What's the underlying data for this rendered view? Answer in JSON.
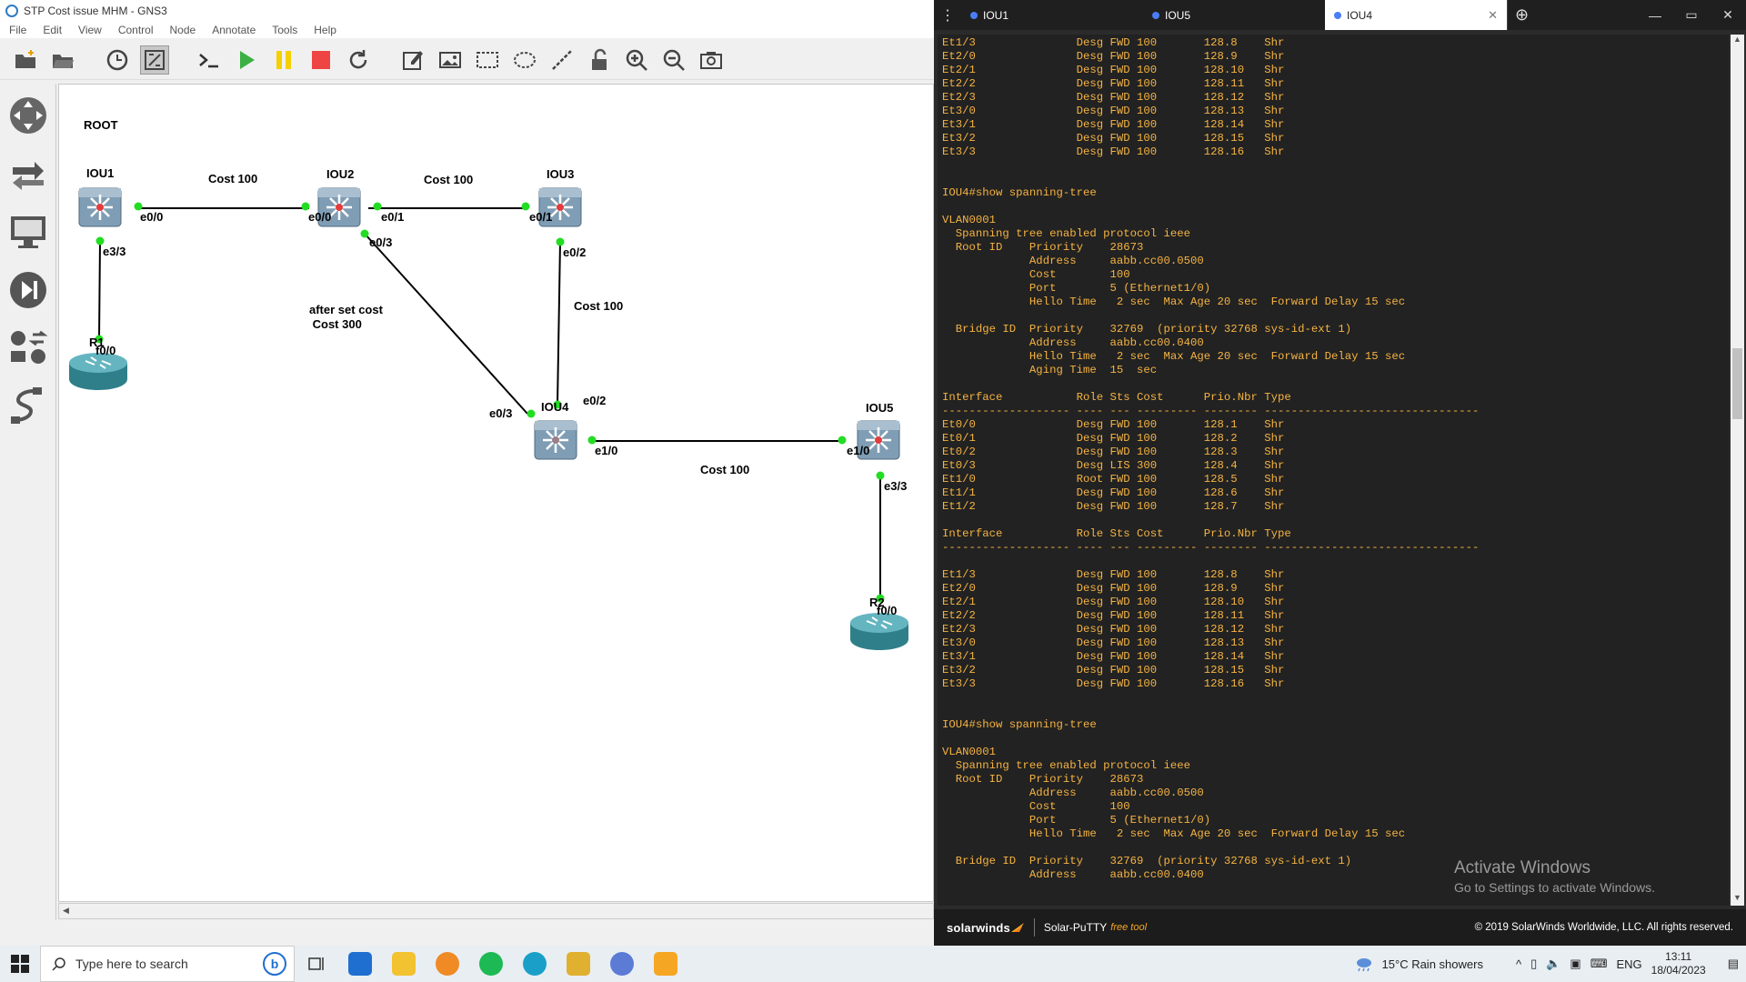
{
  "gns3": {
    "title": "STP Cost issue MHM - GNS3",
    "menu": [
      "File",
      "Edit",
      "View",
      "Control",
      "Node",
      "Annotate",
      "Tools",
      "Help"
    ],
    "canvas_labels": {
      "root": "ROOT",
      "iou1": "IOU1",
      "iou2": "IOU2",
      "iou3": "IOU3",
      "iou4": "IOU4",
      "iou5": "IOU5",
      "r1": "R1",
      "r2": "R2",
      "cost_12": "Cost 100",
      "cost_23": "Cost 100",
      "cost_34": "Cost 100",
      "cost_45": "Cost 100",
      "note_after_set": "after set cost\n Cost 300",
      "iou1_e00": "e0/0",
      "iou1_e33": "e3/3",
      "r1_f00": "f0/0",
      "iou2_e00": "e0/0",
      "iou2_e01": "e0/1",
      "iou2_e03": "e0/3",
      "iou3_e01": "e0/1",
      "iou3_e02": "e0/2",
      "iou4_e02": "e0/2",
      "iou4_e03": "e0/3",
      "iou4_e10": "e1/0",
      "iou5_e10": "e1/0",
      "iou5_e33": "e3/3",
      "r2_f00": "f0/0"
    }
  },
  "putty": {
    "tabs": [
      {
        "label": "IOU1",
        "active": false
      },
      {
        "label": "IOU5",
        "active": false
      },
      {
        "label": "IOU4",
        "active": true
      }
    ],
    "terminal_lines": [
      "Et1/3               Desg FWD 100       128.8    Shr",
      "Et2/0               Desg FWD 100       128.9    Shr",
      "Et2/1               Desg FWD 100       128.10   Shr",
      "Et2/2               Desg FWD 100       128.11   Shr",
      "Et2/3               Desg FWD 100       128.12   Shr",
      "Et3/0               Desg FWD 100       128.13   Shr",
      "Et3/1               Desg FWD 100       128.14   Shr",
      "Et3/2               Desg FWD 100       128.15   Shr",
      "Et3/3               Desg FWD 100       128.16   Shr",
      "",
      "",
      "IOU4#show spanning-tree",
      "",
      "VLAN0001",
      "  Spanning tree enabled protocol ieee",
      "  Root ID    Priority    28673",
      "             Address     aabb.cc00.0500",
      "             Cost        100",
      "             Port        5 (Ethernet1/0)",
      "             Hello Time   2 sec  Max Age 20 sec  Forward Delay 15 sec",
      "",
      "  Bridge ID  Priority    32769  (priority 32768 sys-id-ext 1)",
      "             Address     aabb.cc00.0400",
      "             Hello Time   2 sec  Max Age 20 sec  Forward Delay 15 sec",
      "             Aging Time  15  sec",
      "",
      "Interface           Role Sts Cost      Prio.Nbr Type",
      "------------------- ---- --- --------- -------- --------------------------------",
      "Et0/0               Desg FWD 100       128.1    Shr",
      "Et0/1               Desg FWD 100       128.2    Shr",
      "Et0/2               Desg FWD 100       128.3    Shr",
      "Et0/3               Desg LIS 300       128.4    Shr",
      "Et1/0               Root FWD 100       128.5    Shr",
      "Et1/1               Desg FWD 100       128.6    Shr",
      "Et1/2               Desg FWD 100       128.7    Shr",
      "",
      "Interface           Role Sts Cost      Prio.Nbr Type",
      "------------------- ---- --- --------- -------- --------------------------------",
      "",
      "Et1/3               Desg FWD 100       128.8    Shr",
      "Et2/0               Desg FWD 100       128.9    Shr",
      "Et2/1               Desg FWD 100       128.10   Shr",
      "Et2/2               Desg FWD 100       128.11   Shr",
      "Et2/3               Desg FWD 100       128.12   Shr",
      "Et3/0               Desg FWD 100       128.13   Shr",
      "Et3/1               Desg FWD 100       128.14   Shr",
      "Et3/2               Desg FWD 100       128.15   Shr",
      "Et3/3               Desg FWD 100       128.16   Shr",
      "",
      "",
      "IOU4#show spanning-tree",
      "",
      "VLAN0001",
      "  Spanning tree enabled protocol ieee",
      "  Root ID    Priority    28673",
      "             Address     aabb.cc00.0500",
      "             Cost        100",
      "             Port        5 (Ethernet1/0)",
      "             Hello Time   2 sec  Max Age 20 sec  Forward Delay 15 sec",
      "",
      "  Bridge ID  Priority    32769  (priority 32768 sys-id-ext 1)",
      "             Address     aabb.cc00.0400"
    ],
    "footer": {
      "brand": "solarwinds",
      "product": "Solar-PuTTY",
      "free": "free tool",
      "copyright": "© 2019 SolarWinds Worldwide, LLC. All rights reserved."
    },
    "watermark": {
      "line1": "Activate Windows",
      "line2": "Go to Settings to activate Windows."
    }
  },
  "taskbar": {
    "search_placeholder": "Type here to search",
    "weather": "15°C  Rain showers",
    "language": "ENG",
    "time": "13:11",
    "date": "18/04/2023"
  },
  "colors": {
    "terminal_text": "#f5b342",
    "terminal_bg": "#222222",
    "link_dot": "#22dd22",
    "switch_body": "#7f9db4"
  }
}
